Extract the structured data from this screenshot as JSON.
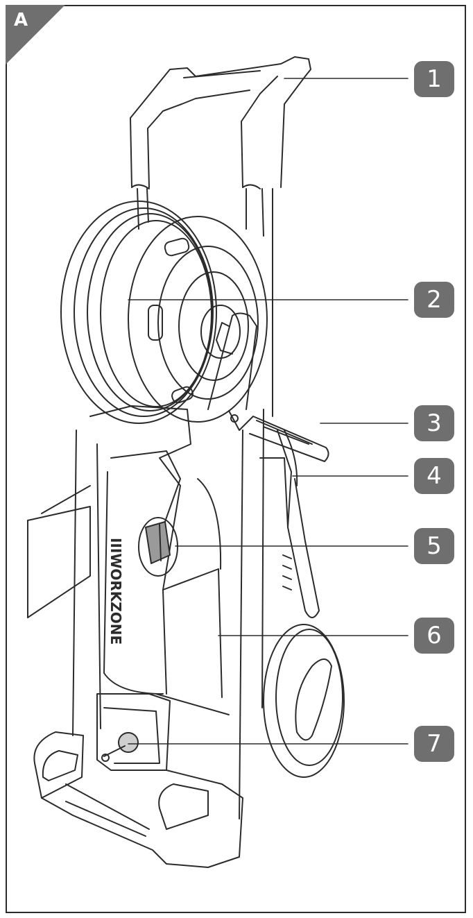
{
  "figure": {
    "label": "A",
    "brand_text": "WORKZONE",
    "subject": "pressure washer",
    "colors": {
      "callout_bg": "#6f6f6f",
      "callout_text": "#ffffff",
      "line": "#2b2b2b",
      "corner_bg": "#6f6f6f",
      "knob_fill": "#9a9a9a"
    }
  },
  "callouts": [
    {
      "number": "1",
      "part": "handle"
    },
    {
      "number": "2",
      "part": "hose-reel"
    },
    {
      "number": "3",
      "part": "hose-reel-crank"
    },
    {
      "number": "4",
      "part": "cable-hook"
    },
    {
      "number": "5",
      "part": "on-off-switch"
    },
    {
      "number": "6",
      "part": "accessory-holder"
    },
    {
      "number": "7",
      "part": "water-inlet"
    }
  ]
}
